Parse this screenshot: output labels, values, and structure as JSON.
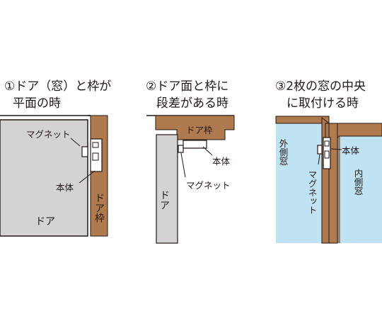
{
  "panels": [
    {
      "caption_line1": "①ドア（窓）と枠が",
      "caption_line2": "平面の時",
      "label_magnet": "マグネット",
      "label_body": "本体",
      "label_door": "ドア",
      "label_frame": "ドア枠"
    },
    {
      "caption_line1": "②ドア面と枠に",
      "caption_line2": "段差がある時",
      "label_frame": "ドア枠",
      "label_body": "本体",
      "label_magnet": "マグネット",
      "label_door": "ドア"
    },
    {
      "caption_line1": "③2枚の窓の中央",
      "caption_line2": "に取付ける時",
      "label_outer": "外側窓",
      "label_body": "本体",
      "label_magnet": "マグネット",
      "label_inner": "内側窓"
    }
  ],
  "colors": {
    "door_gray": "#d3d3d3",
    "frame_brown": "#b07a4f",
    "frame_dark": "#6b3b1d",
    "glass_blue": "#bfe3f2",
    "outline": "#231815"
  }
}
